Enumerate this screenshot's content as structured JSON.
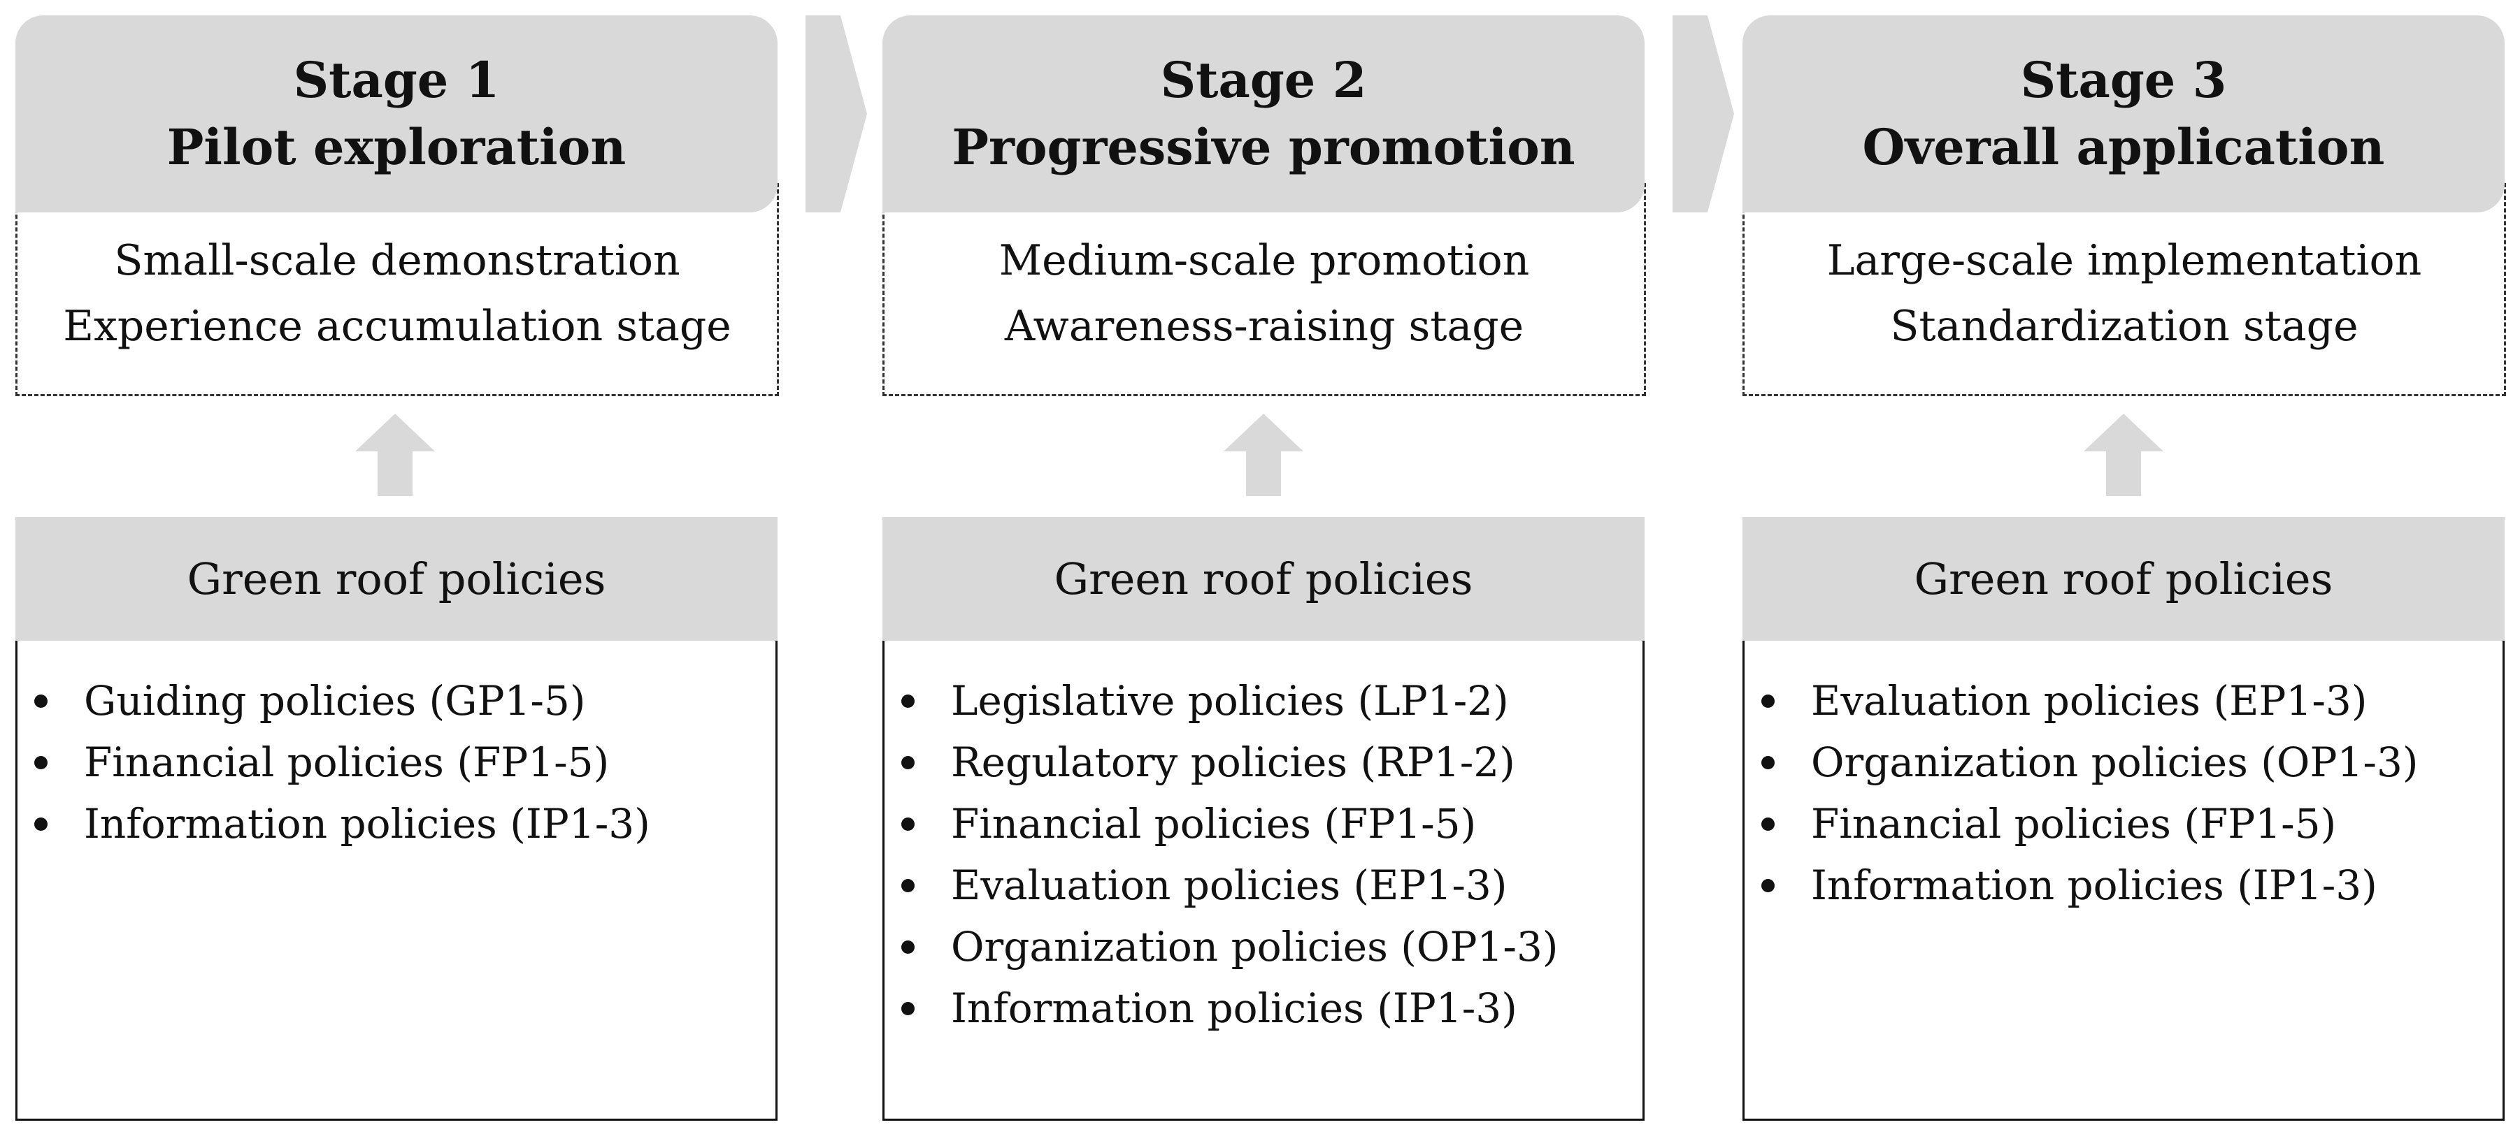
{
  "colors": {
    "panel_fill": "#d9d9d9",
    "arrow_fill": "#d9d9d9",
    "text": "#111111",
    "border": "#111111",
    "dashed_border": "#333333"
  },
  "stages": [
    {
      "title_line1": "Stage 1",
      "title_line2": "Pilot exploration",
      "desc_line1": "Small-scale demonstration",
      "desc_line2": "Experience accumulation stage",
      "policy_title": "Green roof policies",
      "policies": [
        "Guiding policies (GP1-5)",
        "Financial policies (FP1-5)",
        "Information policies (IP1-3)"
      ]
    },
    {
      "title_line1": "Stage 2",
      "title_line2": "Progressive promotion",
      "desc_line1": "Medium-scale promotion",
      "desc_line2": "Awareness-raising stage",
      "policy_title": "Green roof policies",
      "policies": [
        "Legislative policies (LP1-2)",
        "Regulatory policies (RP1-2)",
        "Financial policies (FP1-5)",
        "Evaluation policies (EP1-3)",
        "Organization policies (OP1-3)",
        "Information policies (IP1-3)"
      ]
    },
    {
      "title_line1": "Stage 3",
      "title_line2": "Overall application",
      "desc_line1": "Large-scale implementation",
      "desc_line2": "Standardization stage",
      "policy_title": "Green roof policies",
      "policies": [
        "Evaluation policies (EP1-3)",
        "Organization policies (OP1-3)",
        "Financial policies (FP1-5)",
        "Information policies (IP1-3)"
      ]
    }
  ]
}
